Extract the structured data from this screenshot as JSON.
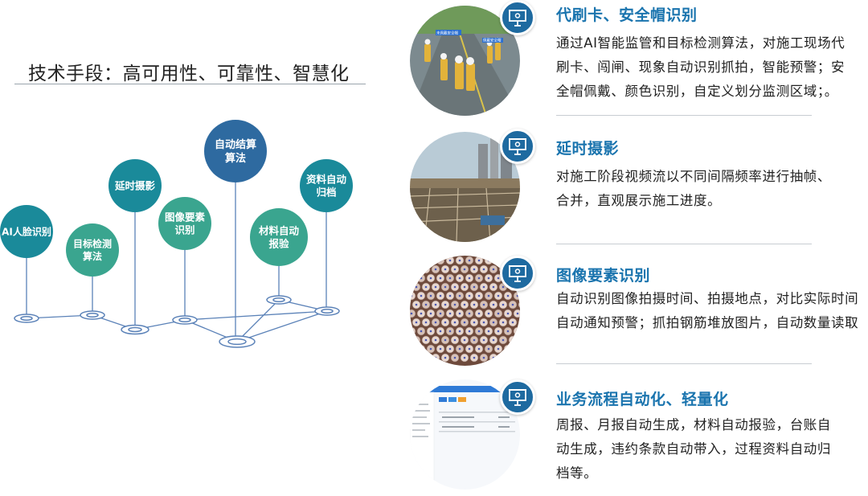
{
  "heading": "技术手段：高可用性、可靠性、智慧化",
  "network": {
    "nodes": [
      {
        "label_lines": [
          "AI人脸识别"
        ],
        "color": "#1a8a9a"
      },
      {
        "label_lines": [
          "目标检测",
          "算法"
        ],
        "color": "#3aa58f"
      },
      {
        "label_lines": [
          "延时摄影"
        ],
        "color": "#1a8a9a"
      },
      {
        "label_lines": [
          "图像要素",
          "识别"
        ],
        "color": "#3aa58f"
      },
      {
        "label_lines": [
          "自动结算",
          "算法"
        ],
        "color": "#2e6aa0"
      },
      {
        "label_lines": [
          "材料自动",
          "报验"
        ],
        "color": "#3aa58f"
      },
      {
        "label_lines": [
          "资料自动",
          "归档"
        ],
        "color": "#1a8a9a"
      }
    ],
    "line_color": "#5b82b8"
  },
  "features": [
    {
      "title": "代刷卡、安全帽识别",
      "desc_lines": [
        "通过AI智能监管和目标检测算法，对施工现场代",
        "刷卡、闯闸、现象自动识别抓拍，智能预警；安",
        "全帽佩戴、颜色识别，自定义划分监测区域；。"
      ],
      "photo_labels": [
        "未佩戴安全帽",
        "佩戴安全帽"
      ],
      "icon": "presentation-board-icon"
    },
    {
      "title": "延时摄影",
      "desc_lines": [
        "对施工阶段视频流以不同间隔频率进行抽帧、",
        "合并，直观展示施工进度。"
      ],
      "icon": "presentation-board-icon"
    },
    {
      "title": "图像要素识别",
      "desc_lines": [
        "自动识别图像拍摄时间、拍摄地点，对比实际时间",
        "自动通知预警；抓拍钢筋堆放图片，自动数量读取"
      ],
      "icon": "presentation-board-icon"
    },
    {
      "title": "业务流程自动化、轻量化",
      "desc_lines": [
        "周报、月报自动生成，材料自动报验，台账自",
        "动生成，违约条款自动带入，过程资料自动归",
        "档等。"
      ],
      "icon": "presentation-board-icon"
    }
  ],
  "colors": {
    "title_blue": "#1a74ae",
    "icon_blue": "#1e6aa0",
    "teal": "#1a8a9a",
    "green": "#3aa58f",
    "navy": "#2e6aa0"
  }
}
